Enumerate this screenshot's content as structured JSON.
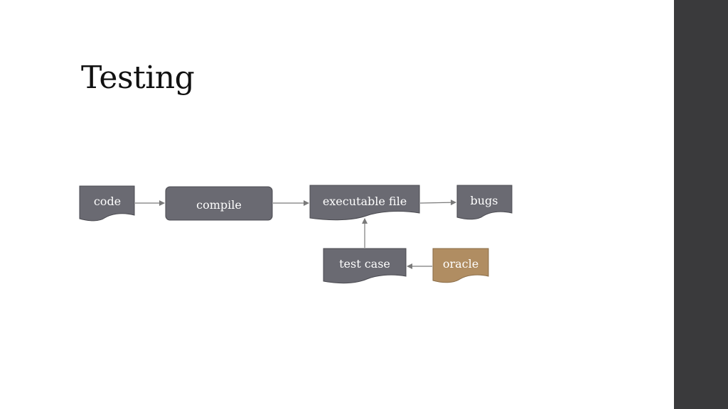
{
  "slide": {
    "title": "Testing"
  },
  "diagram": {
    "nodes": {
      "code": "code",
      "compile": "compile",
      "executable": "executable file",
      "bugs": "bugs",
      "test_case": "test case",
      "oracle": "oracle"
    },
    "colors": {
      "node_fill": "#6a6a72",
      "node_stroke": "#4a4a50",
      "oracle_fill": "#b08d62",
      "oracle_stroke": "#8a6c47",
      "arrow": "#7a7a7a",
      "side_bar": "#3a3a3c"
    }
  }
}
